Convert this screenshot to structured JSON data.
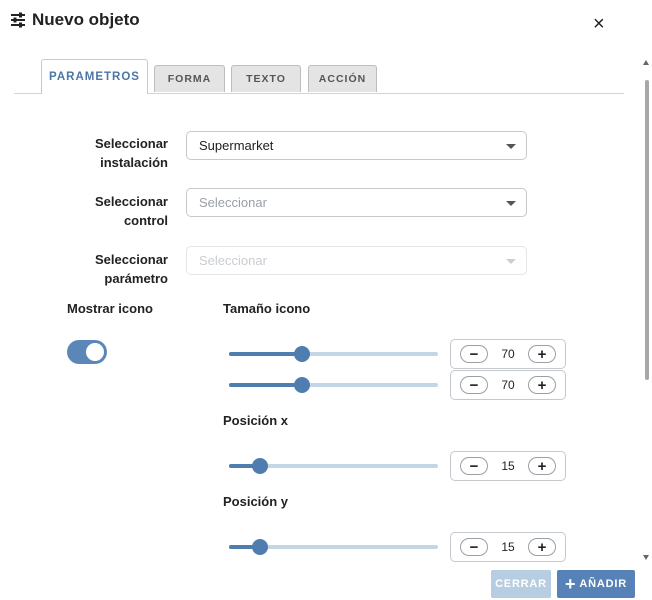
{
  "dialog": {
    "title": "Nuevo objeto",
    "close_label": "×"
  },
  "tabs": [
    {
      "label": "PARAMETROS",
      "active": true
    },
    {
      "label": "FORMA",
      "active": false
    },
    {
      "label": "TEXTO",
      "active": false
    },
    {
      "label": "ACCIÓN",
      "active": false
    }
  ],
  "fields": {
    "installation": {
      "label_line1": "Seleccionar",
      "label_line2": "instalación",
      "value": "Supermarket"
    },
    "control": {
      "label_line1": "Seleccionar",
      "label_line2": "control",
      "placeholder": "Seleccionar"
    },
    "parameter": {
      "label_line1": "Seleccionar",
      "label_line2": "parámetro",
      "placeholder": "Seleccionar",
      "disabled": true
    }
  },
  "show_icon": {
    "label": "Mostrar icono",
    "enabled": true
  },
  "icon_size": {
    "label": "Tamaño icono",
    "width": {
      "value": "70",
      "min": 0,
      "max": 200
    },
    "height": {
      "value": "70",
      "min": 0,
      "max": 200
    }
  },
  "position_x": {
    "label": "Posición x",
    "value": "15",
    "min": 0,
    "max": 100
  },
  "position_y": {
    "label": "Posición y",
    "value": "15",
    "min": 0,
    "max": 100
  },
  "stepper": {
    "minus": "−",
    "plus": "+"
  },
  "footer": {
    "cancel_label": "CERRAR",
    "add_label": "AÑADIR",
    "add_icon": "+"
  },
  "colors": {
    "accent": "#5682b8",
    "slider": "#4f7db0",
    "track": "#c4d6e6",
    "cancel_bg": "#b6cde2"
  }
}
